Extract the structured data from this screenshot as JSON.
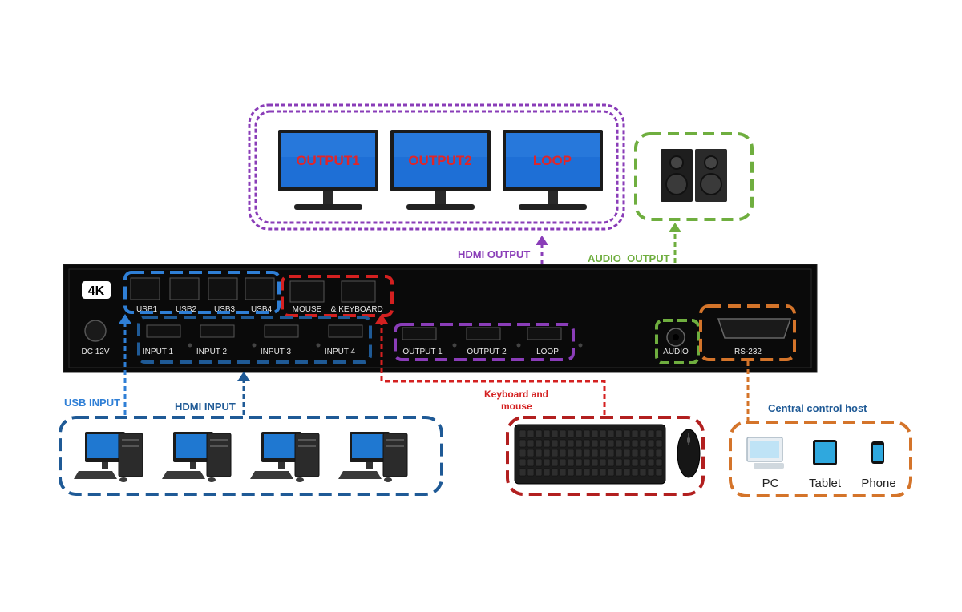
{
  "colors": {
    "usb": "#2f7fd6",
    "hdmi_in": "#1f5a96",
    "hdmi_out": "#8a3db8",
    "audio": "#6fae3f",
    "keyboard": "#d42020",
    "keyboard_box": "#b21f1f",
    "central": "#d4742a"
  },
  "monitors": [
    {
      "label": "OUTPUT1",
      "color": "#e0262a"
    },
    {
      "label": "OUTPUT2",
      "color": "#e0262a"
    },
    {
      "label": "LOOP",
      "color": "#e0262a"
    }
  ],
  "panel": {
    "badge": "4K",
    "power": "DC 12V",
    "usb_ports": [
      "USB1",
      "USB2",
      "USB3",
      "USB4"
    ],
    "mouse": "MOUSE",
    "amp": "&",
    "keyboard": "KEYBOARD",
    "inputs": [
      "INPUT 1",
      "INPUT 2",
      "INPUT 3",
      "INPUT 4"
    ],
    "outputs": [
      "OUTPUT 1",
      "OUTPUT 2",
      "LOOP"
    ],
    "audio": "AUDIO",
    "rs232": "RS-232"
  },
  "labels": {
    "hdmi_output": "HDMI OUTPUT",
    "audio_output": "AUDIO  OUTPUT",
    "usb_input": "USB INPUT",
    "hdmi_input": "HDMI INPUT",
    "keyboard_mouse_1": "Keyboard and",
    "keyboard_mouse_2": "mouse",
    "central_control": "Central control host"
  },
  "devices": {
    "pc": "PC",
    "tablet": "Tablet",
    "phone": "Phone"
  }
}
